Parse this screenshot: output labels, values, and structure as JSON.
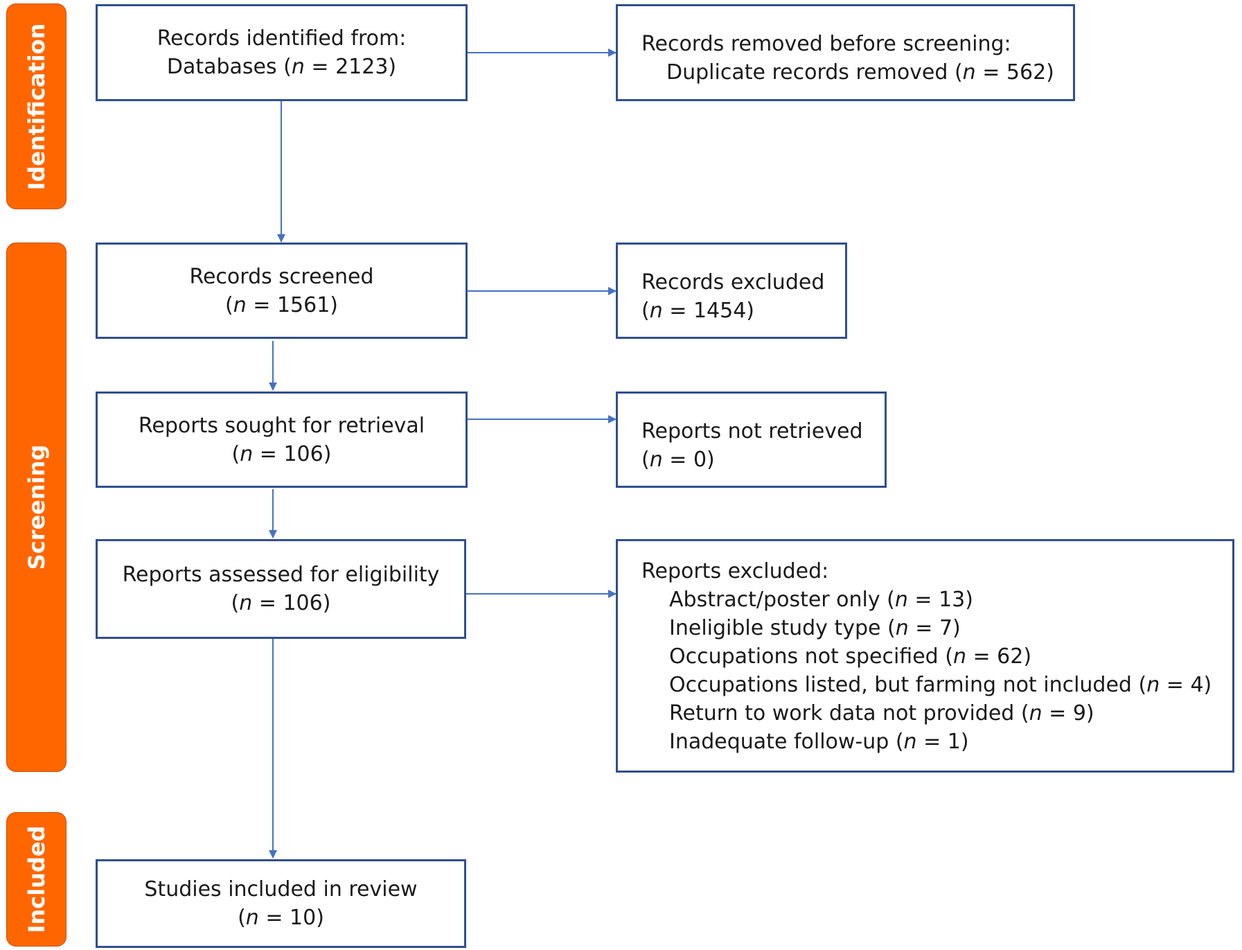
{
  "phases": {
    "identification": "Identification",
    "screening": "Screening",
    "included": "Included"
  },
  "boxes": {
    "identified": {
      "line1": "Records identified from:",
      "line2_pre": "Databases (",
      "n": "n",
      "line2_post": " = 2123)"
    },
    "removed": {
      "line1": "Records removed before screening:",
      "line2_pre": "Duplicate records removed (",
      "n": "n",
      "line2_post": " = 562)"
    },
    "screened": {
      "line1": "Records screened",
      "line2_pre": "(",
      "n": "n",
      "line2_post": " = 1561)"
    },
    "excluded": {
      "line1": "Records excluded",
      "line2_pre": "(",
      "n": "n",
      "line2_post": " = 1454)"
    },
    "sought": {
      "line1": "Reports sought for retrieval",
      "line2_pre": "(",
      "n": "n",
      "line2_post": " = 106)"
    },
    "not_retrieved": {
      "line1": "Reports not retrieved",
      "line2_pre": "(",
      "n": "n",
      "line2_post": " = 0)"
    },
    "assessed": {
      "line1": "Reports assessed for eligibility",
      "line2_pre": "(",
      "n": "n",
      "line2_post": " = 106)"
    },
    "reports_excluded": {
      "heading": "Reports excluded:",
      "reasons": [
        {
          "pre": "Abstract/poster only (",
          "n": "n",
          "post": " = 13)"
        },
        {
          "pre": "Ineligible study type (",
          "n": "n",
          "post": " = 7)"
        },
        {
          "pre": "Occupations not specified (",
          "n": "n",
          "post": " = 62)"
        },
        {
          "pre": "Occupations listed, but farming not included (",
          "n": "n",
          "post": " = 4)"
        },
        {
          "pre": "Return to work data not provided (",
          "n": "n",
          "post": " = 9)"
        },
        {
          "pre": "Inadequate follow-up (",
          "n": "n",
          "post": " = 1)"
        }
      ]
    },
    "included": {
      "line1": "Studies included in review",
      "line2_pre": "(",
      "n": "n",
      "line2_post": " = 10)"
    }
  },
  "colors": {
    "phase_fill": "#ff6600",
    "box_border": "#2f4f8f",
    "arrow": "#4472c4"
  }
}
